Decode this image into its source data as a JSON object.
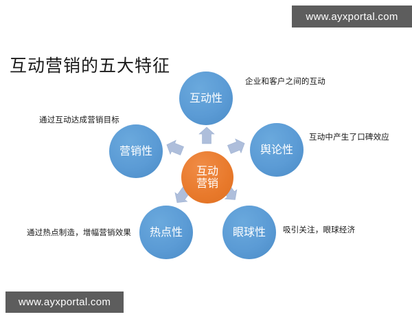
{
  "page": {
    "title": "互动营销的五大特征",
    "background_color": "#ffffff"
  },
  "watermarks": {
    "top": "www.ayxportal.com",
    "bottom": "www.ayxportal.com",
    "box_color": "#5d5d5d",
    "text_color": "#ffffff"
  },
  "diagram": {
    "type": "radial-hub-and-spoke",
    "colors": {
      "node_blue": "#5b9bd5",
      "center_orange": "#e8792b",
      "arrow_blue_gray": "#aebedb",
      "caption_text": "#161616"
    },
    "center": {
      "label_line1": "互动",
      "label_line2": "营销"
    },
    "nodes": [
      {
        "id": "interactivity",
        "label": "互动性",
        "caption": "企业和客户之间的互动",
        "position": "top",
        "caption_side": "right"
      },
      {
        "id": "public-opinion",
        "label": "舆论性",
        "caption": "互动中产生了口碑效应",
        "position": "right",
        "caption_side": "right"
      },
      {
        "id": "eyeball",
        "label": "眼球性",
        "caption": "吸引关注，眼球经济",
        "position": "bottom-right",
        "caption_side": "right"
      },
      {
        "id": "hotspot",
        "label": "热点性",
        "caption": "通过热点制造，增幅营销效果",
        "position": "bottom-left",
        "caption_side": "left"
      },
      {
        "id": "marketing",
        "label": "营销性",
        "caption": "通过互动达成营销目标",
        "position": "left",
        "caption_side": "left"
      }
    ],
    "arrows": [
      {
        "id": "arrow-to-interactivity",
        "points_to": "top"
      },
      {
        "id": "arrow-to-public-opinion",
        "points_to": "upper-right"
      },
      {
        "id": "arrow-to-eyeball",
        "points_to": "lower-right"
      },
      {
        "id": "arrow-to-hotspot",
        "points_to": "lower-left"
      },
      {
        "id": "arrow-to-marketing",
        "points_to": "upper-left"
      }
    ]
  }
}
